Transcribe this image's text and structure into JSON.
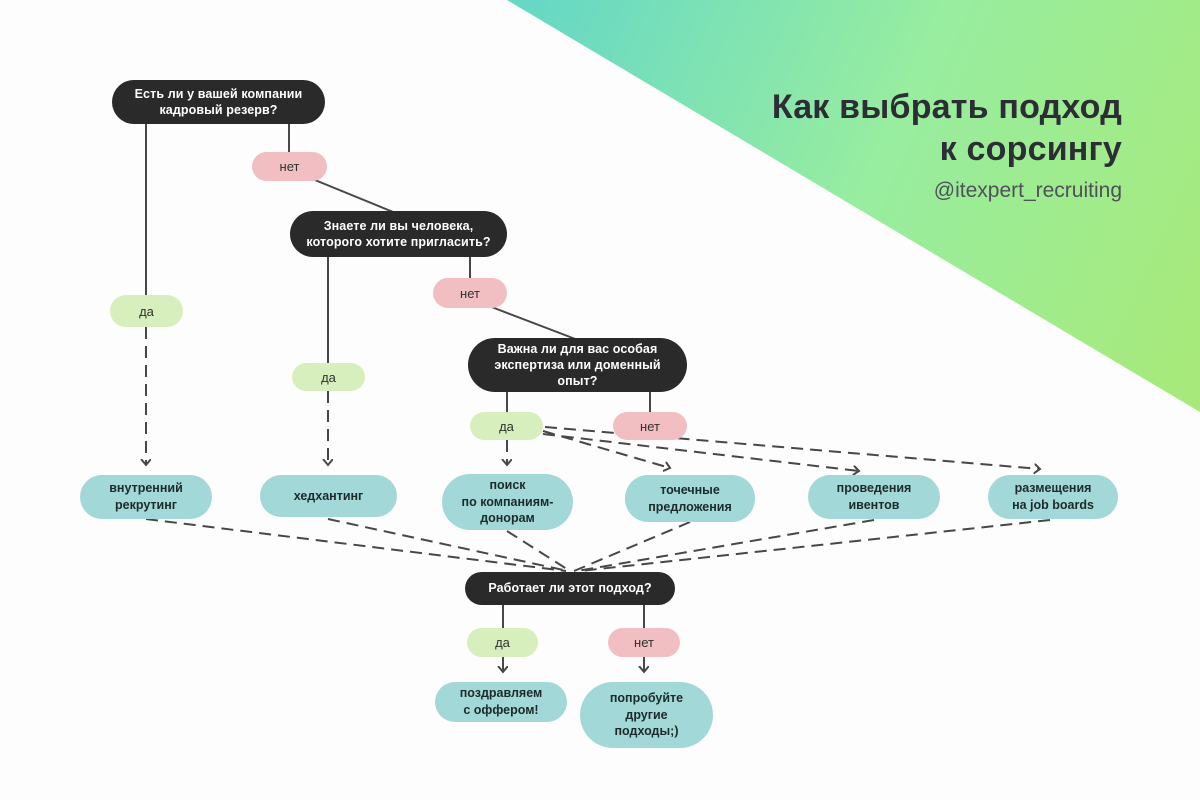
{
  "title": {
    "heading": "Как выбрать подход\nк сорсингу",
    "handle": "@itexpert_recruiting"
  },
  "colors": {
    "dark_node": "#2a2a2a",
    "teal_node": "#a3d8d8",
    "yes_pill": "#d7efbd",
    "no_pill": "#f1bfc2",
    "line": "#474747",
    "bg": "#fdfdfd",
    "title_text": "#2d2d35",
    "handle_text": "#50505a",
    "gradient_start": "#67d8c5",
    "gradient_mid": "#97eda0",
    "gradient_end": "#a7ea7b"
  },
  "nodes": {
    "q_talent_pool": "Есть ли у вашей компании\nкадровый резерв?",
    "q_know_person": "Знаете ли вы человека,\nкоторого хотите пригласить?",
    "q_expertise": "Важна ли для вас особая\nэкспертиза или доменный\nопыт?",
    "q_works": "Работает ли этот подход?",
    "yes_1": "да",
    "yes_2": "да",
    "yes_3": "да",
    "yes_4": "да",
    "no_1": "нет",
    "no_2": "нет",
    "no_3": "нет",
    "no_4": "нет",
    "outcome_internal": "внутренний\nрекрутинг",
    "outcome_headhunting": "хедхантинг",
    "outcome_donor_companies": "поиск\nпо компаниям-\nдонорам",
    "outcome_targeted_offers": "точечные\nпредложения",
    "outcome_events": "проведения\nивентов",
    "outcome_job_boards": "размещения\nна job boards",
    "outcome_offer": "поздравляем\nс оффером!",
    "outcome_try_other": "попробуйте\nдругие\nподходы;)"
  }
}
